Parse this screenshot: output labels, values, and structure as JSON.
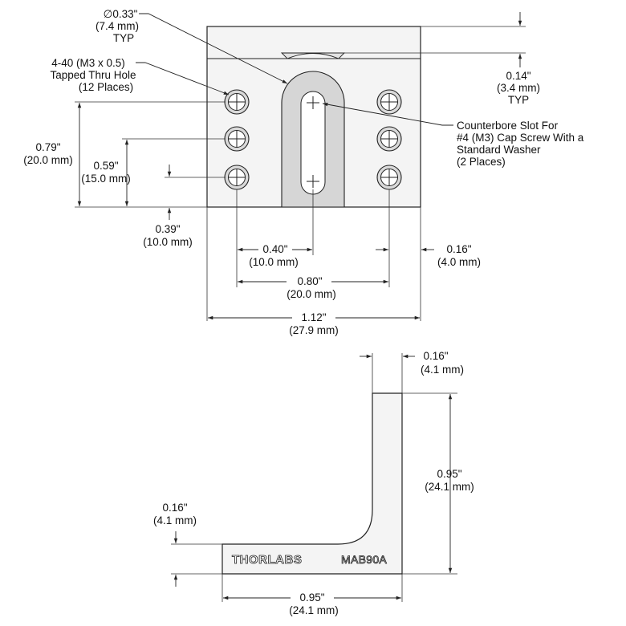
{
  "callouts": {
    "hole_dia": {
      "line1": "∅0.33\"",
      "line2": "(7.4 mm)",
      "line3": "TYP"
    },
    "tapped_hole": {
      "line1": "4-40 (M3 x 0.5)",
      "line2": "Tapped Thru Hole",
      "line3": "(12 Places)"
    },
    "counterbore": {
      "line1": "Counterbore Slot For",
      "line2": "#4 (M3) Cap Screw With a",
      "line3": "Standard Washer",
      "line4": "(2 Places)"
    },
    "step_depth": {
      "line1": "0.14\"",
      "line2": "(3.4 mm)",
      "line3": "TYP"
    }
  },
  "front_view_dims": {
    "hole_row_top": {
      "in": "0.79\"",
      "mm": "(20.0 mm)"
    },
    "hole_row_mid": {
      "in": "0.59\"",
      "mm": "(15.0 mm)"
    },
    "hole_row_bottom": {
      "in": "0.39\"",
      "mm": "(10.0 mm)"
    },
    "hole_to_slot": {
      "in": "0.40\"",
      "mm": "(10.0 mm)"
    },
    "edge_to_hole": {
      "in": "0.16\"",
      "mm": "(4.0 mm)"
    },
    "hole_spacing": {
      "in": "0.80\"",
      "mm": "(20.0 mm)"
    },
    "overall_width": {
      "in": "1.12\"",
      "mm": "(27.9 mm)"
    }
  },
  "side_view_dims": {
    "vertical_thickness": {
      "in": "0.16\"",
      "mm": "(4.1 mm)"
    },
    "height": {
      "in": "0.95\"",
      "mm": "(24.1 mm)"
    },
    "base_thickness": {
      "in": "0.16\"",
      "mm": "(4.1 mm)"
    },
    "base_length": {
      "in": "0.95\"",
      "mm": "(24.1 mm)"
    }
  },
  "engraving": {
    "logo": "THORLABS",
    "model": "MAB90A"
  }
}
